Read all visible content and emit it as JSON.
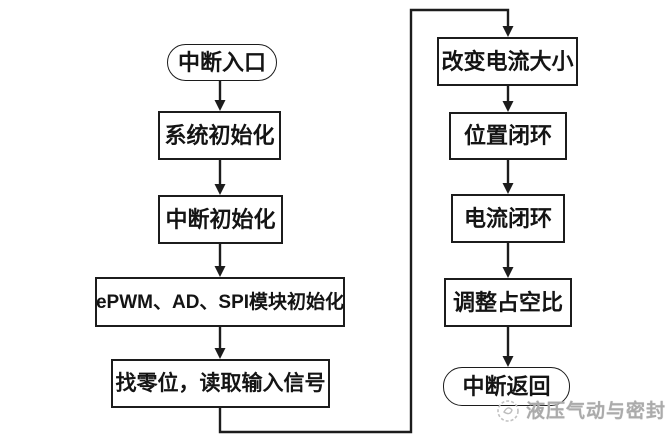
{
  "flowchart": {
    "title": "interrupt-service-routine-flow",
    "left": [
      {
        "id": "start",
        "shape": "stadium",
        "label": "中断入口"
      },
      {
        "id": "system-init",
        "shape": "rect",
        "label": "系统初始化"
      },
      {
        "id": "interrupt-init",
        "shape": "rect",
        "label": "中断初始化"
      },
      {
        "id": "module-init",
        "shape": "rect",
        "label": "ePWM、AD、SPI模块初始化"
      },
      {
        "id": "find-zero",
        "shape": "rect",
        "label": "找零位，读取输入信号"
      }
    ],
    "right": [
      {
        "id": "change-current",
        "shape": "rect",
        "label": "改变电流大小"
      },
      {
        "id": "position-loop",
        "shape": "rect",
        "label": "位置闭环"
      },
      {
        "id": "current-loop",
        "shape": "rect",
        "label": "电流闭环"
      },
      {
        "id": "adjust-duty",
        "shape": "rect",
        "label": "调整占空比"
      },
      {
        "id": "return",
        "shape": "stadium",
        "label": "中断返回"
      }
    ],
    "edges": [
      "start→system-init",
      "system-init→interrupt-init",
      "interrupt-init→module-init",
      "module-init→find-zero",
      "find-zero→change-current",
      "change-current→position-loop",
      "position-loop→current-loop",
      "current-loop→adjust-duty",
      "adjust-duty→return"
    ]
  },
  "watermark": {
    "text": "液压气动与密封",
    "logo": "droplet-swirl-logo"
  },
  "colors": {
    "line": "#1c1c1c",
    "background": "#ffffff",
    "watermark": "#ababab"
  }
}
